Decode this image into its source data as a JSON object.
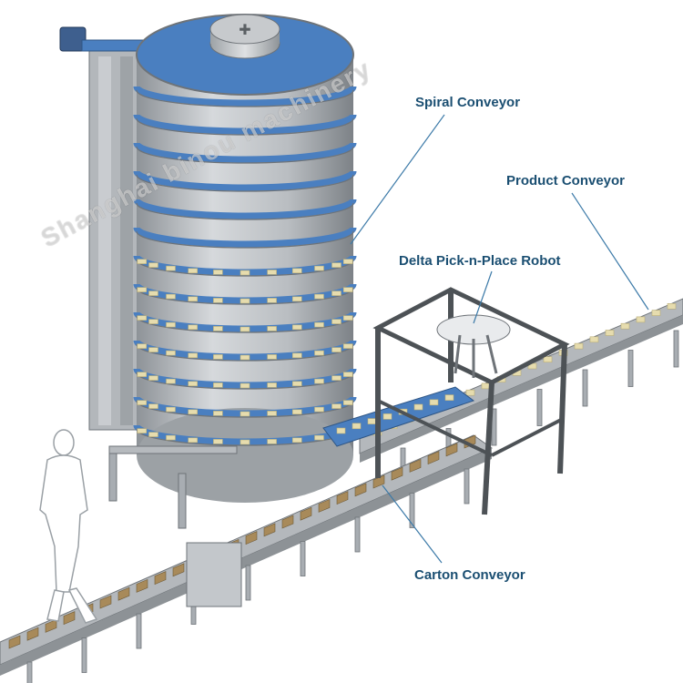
{
  "labels": {
    "spiral": "Spiral Conveyor",
    "product": "Product Conveyor",
    "delta": "Delta Pick-n-Place Robot",
    "carton": "Carton Conveyor"
  },
  "watermark": "Shanghai binou machinery",
  "colors": {
    "label_text": "#1b4f72",
    "leader_line": "#3c7aa8",
    "belt_blue": "#4a7fc0",
    "steel": "#a8adb2",
    "steel_dark": "#6e7378",
    "product_tan": "#e6dcae",
    "carton_brown": "#a88a5a"
  }
}
